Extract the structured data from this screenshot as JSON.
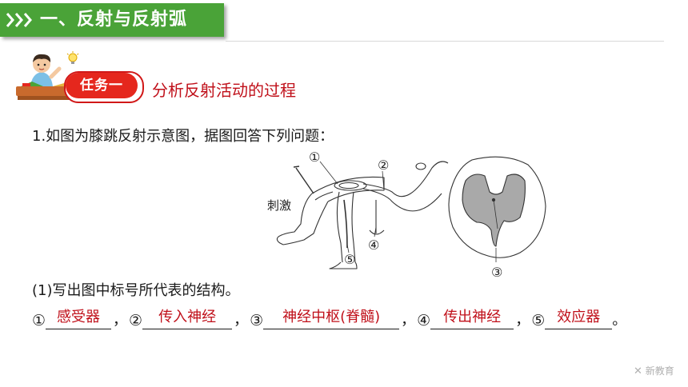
{
  "header": {
    "title": "一、反射与反射弧"
  },
  "task": {
    "badge": "任务一",
    "title": "分析反射活动的过程"
  },
  "question": {
    "text": "1.如图为膝跳反射示意图，据图回答下列问题："
  },
  "diagram": {
    "stimulus_label": "刺激",
    "markers": [
      "①",
      "②",
      "③",
      "④",
      "⑤"
    ]
  },
  "sub_question": {
    "text": "(1)写出图中标号所代表的结构。"
  },
  "answers": [
    {
      "num": "①",
      "value": "感受器"
    },
    {
      "num": "②",
      "value": "传入神经"
    },
    {
      "num": "③",
      "value": "神经中枢(脊髓)"
    },
    {
      "num": "④",
      "value": "传出神经"
    },
    {
      "num": "⑤",
      "value": "效应器"
    }
  ],
  "punct": {
    "comma": "，",
    "period": "。"
  },
  "watermark": {
    "text": "新教育"
  },
  "colors": {
    "header_green": "#4aa338",
    "accent_red": "#e5271d",
    "answer_red": "#c0101a"
  },
  "icons": [
    "chevron-right-icon",
    "student-reading-icon",
    "lightbulb-icon"
  ]
}
